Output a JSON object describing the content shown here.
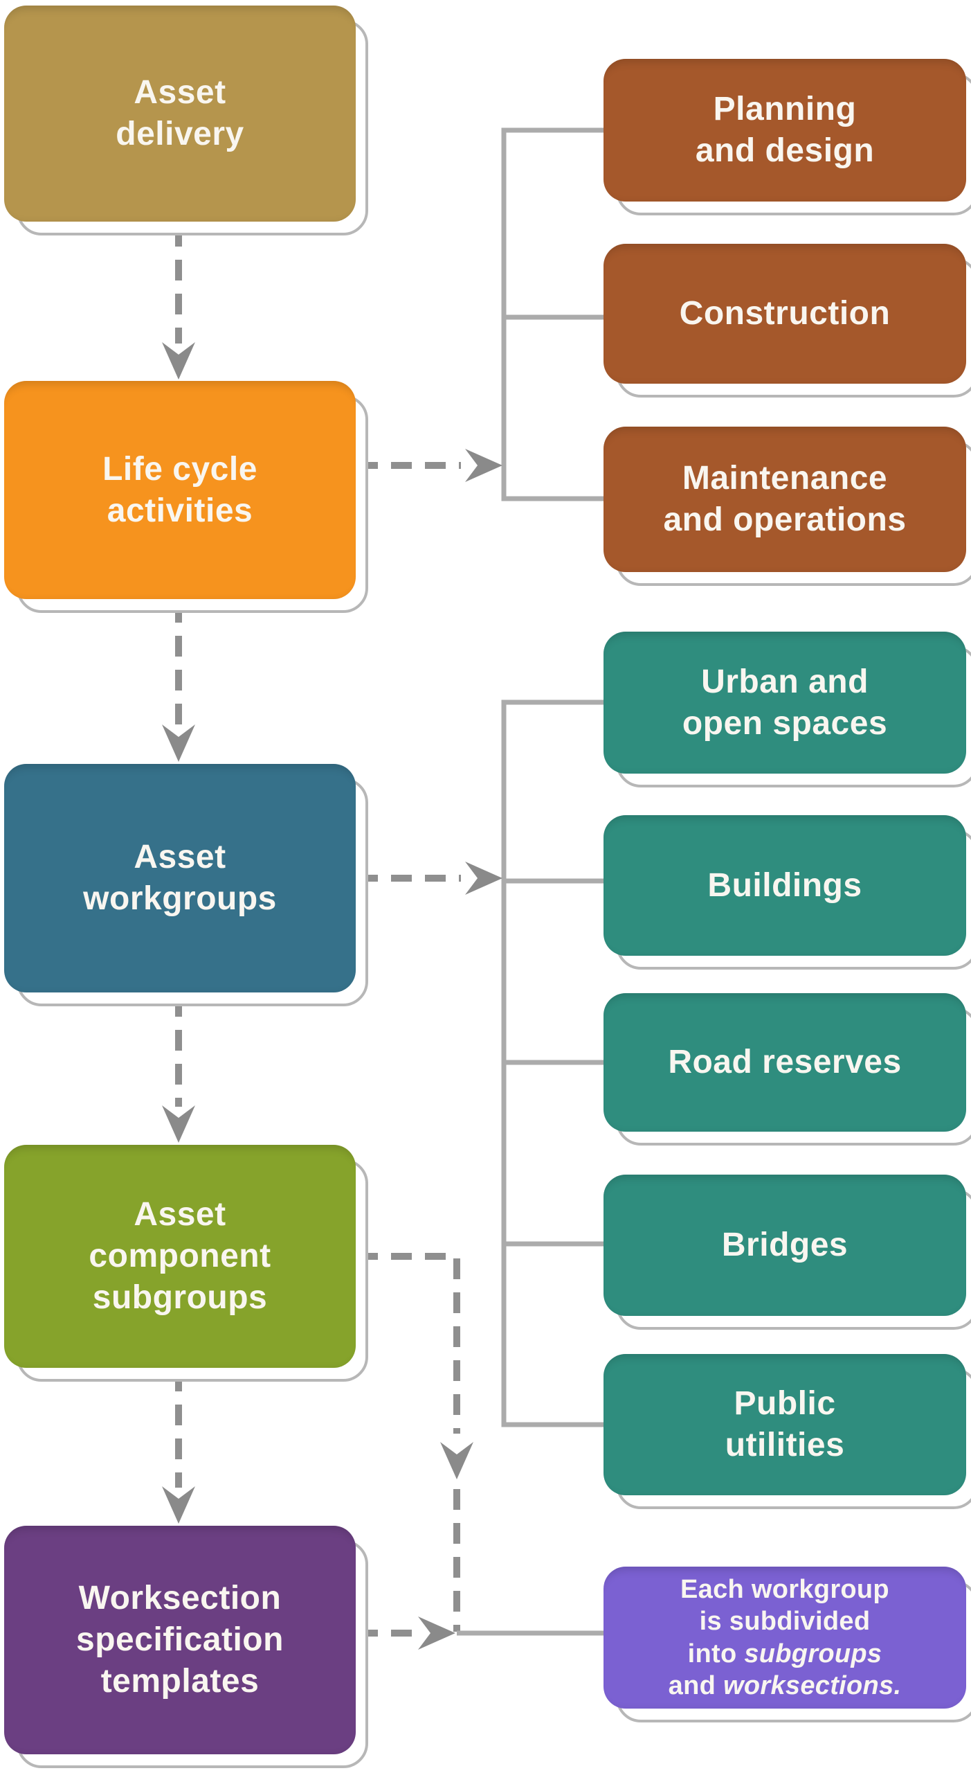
{
  "nodes": {
    "asset_delivery": {
      "label": "Asset\ndelivery",
      "color": "#b5954d"
    },
    "life_cycle_activities": {
      "label": "Life cycle\nactivities",
      "color": "#f6931e"
    },
    "asset_workgroups": {
      "label": "Asset\nworkgroups",
      "color": "#36718a"
    },
    "asset_component_subgroups": {
      "label": "Asset\ncomponent\nsubgroups",
      "color": "#86a32b"
    },
    "worksection_specification_templates": {
      "label": "Worksection\nspecification\ntemplates",
      "color": "#6b3f82"
    },
    "planning_and_design": {
      "label": "Planning\nand design",
      "color": "#a5582b"
    },
    "construction": {
      "label": "Construction",
      "color": "#a5582b"
    },
    "maintenance_and_operations": {
      "label": "Maintenance\nand operations",
      "color": "#a5582b"
    },
    "urban_and_open_spaces": {
      "label": "Urban and\nopen spaces",
      "color": "#2f8d7e"
    },
    "buildings": {
      "label": "Buildings",
      "color": "#2f8d7e"
    },
    "road_reserves": {
      "label": "Road reserves",
      "color": "#2f8d7e"
    },
    "bridges": {
      "label": "Bridges",
      "color": "#2f8d7e"
    },
    "public_utilities": {
      "label": "Public\nutilities",
      "color": "#2f8d7e"
    }
  },
  "note": {
    "color": "#7b61d2",
    "line1": "Each workgroup",
    "line2": "is subdivided",
    "line3_prefix": "into ",
    "line3_italic": "subgroups",
    "line4_prefix": "and ",
    "line4_italic": "worksections."
  },
  "connectors": {
    "solid_color": "#ababab",
    "dashed_color": "#8f8f8f",
    "arrow_color": "#8a8a8a",
    "sketch_color": "#b7b7b7"
  }
}
